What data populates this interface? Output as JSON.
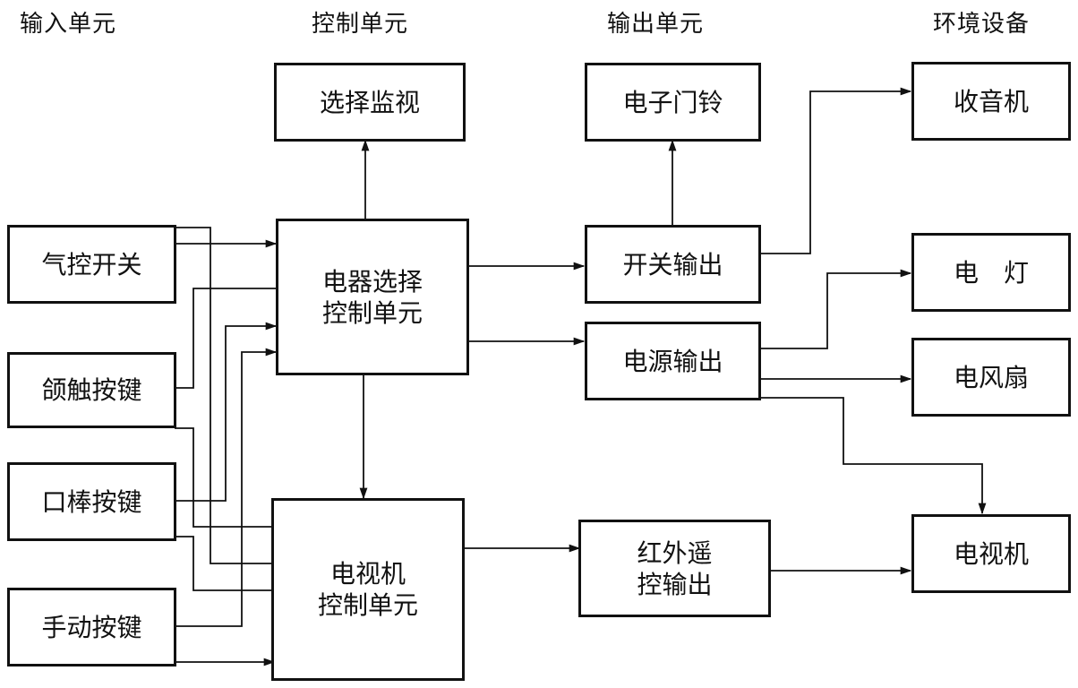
{
  "headers": {
    "input": "输入单元",
    "control": "控制单元",
    "output": "输出单元",
    "environment": "环境设备"
  },
  "inputs": {
    "air_switch": "气控开关",
    "chin_key": "颌触按键",
    "mouth_stick_key": "口棒按键",
    "manual_key": "手动按键"
  },
  "controls": {
    "select_monitor": "选择监视",
    "appliance_select": [
      "电器选择",
      "控制单元"
    ],
    "tv_control": [
      "电视机",
      "控制单元"
    ]
  },
  "outputs": {
    "doorbell": "电子门铃",
    "switch_output": "开关输出",
    "power_output": "电源输出",
    "ir_remote": [
      "红外遥",
      "控输出"
    ]
  },
  "environment": {
    "radio": "收音机",
    "lamp": "电　灯",
    "fan": "电风扇",
    "tv": "电视机"
  }
}
